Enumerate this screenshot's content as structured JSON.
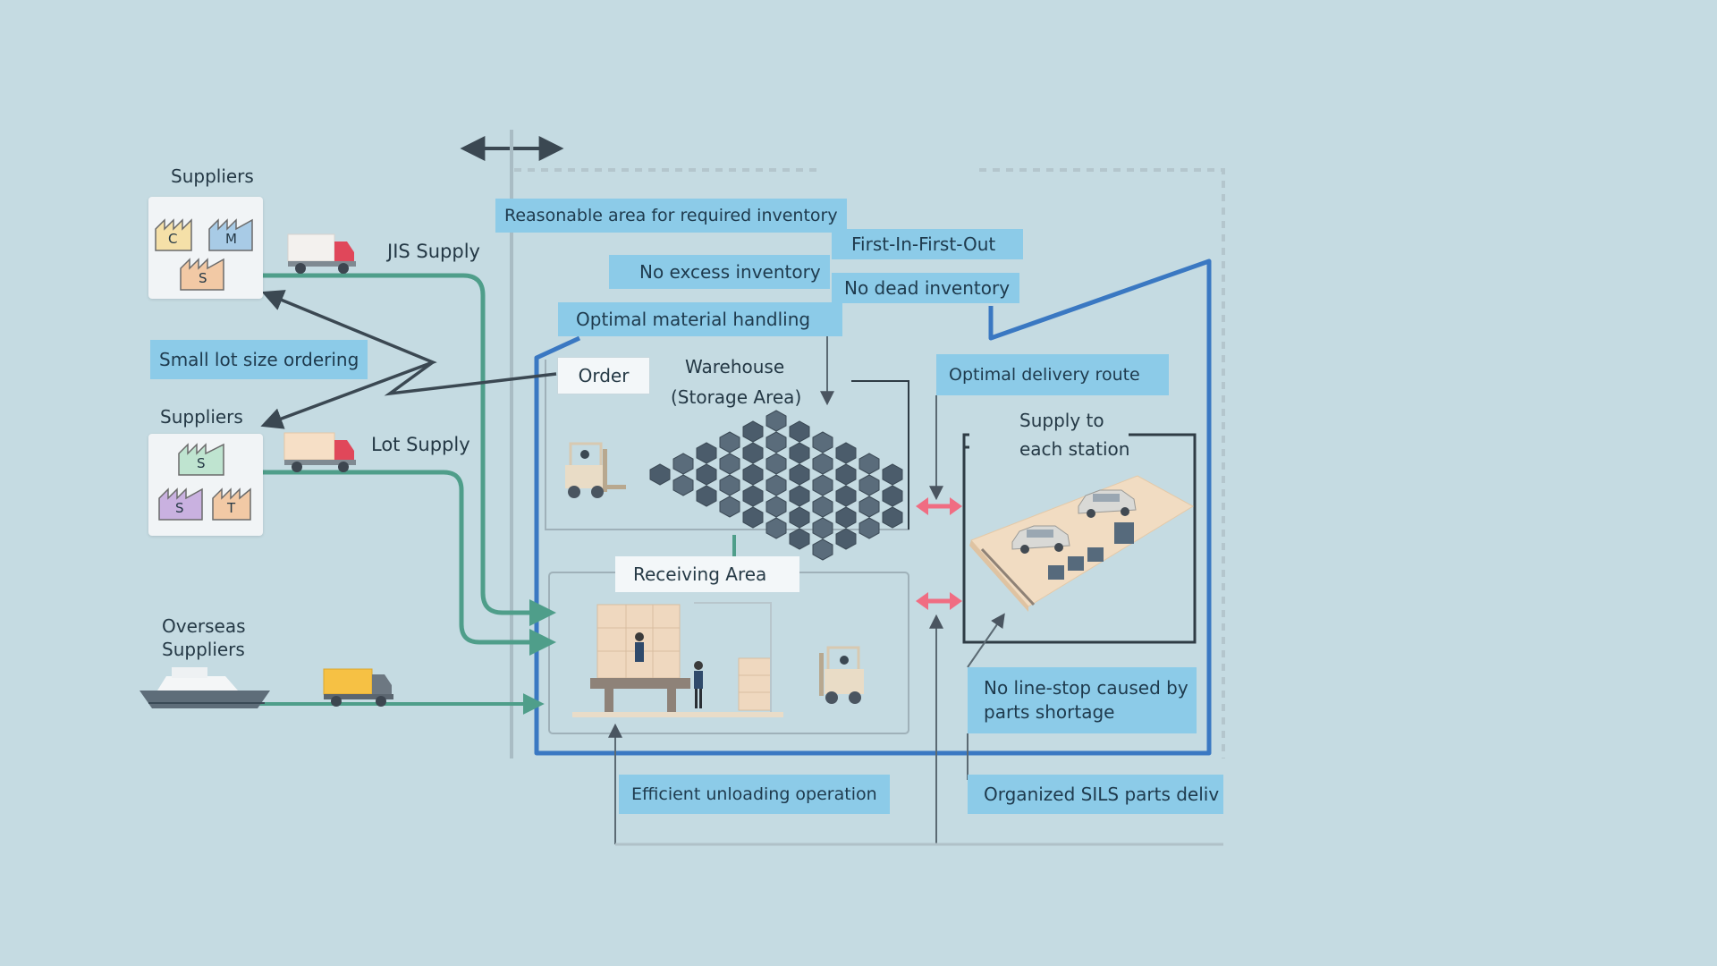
{
  "suppliers_top": {
    "title": "Suppliers",
    "factories": [
      "C",
      "M",
      "S"
    ],
    "supply_label": "JIS Supply"
  },
  "suppliers_mid": {
    "title": "Suppliers",
    "factories": [
      "S",
      "S",
      "T"
    ],
    "supply_label": "Lot Supply"
  },
  "overseas": {
    "title_line1": "Overseas",
    "title_line2": "Suppliers"
  },
  "labels": {
    "small_lot": "Small lot size ordering",
    "reasonable_area": "Reasonable area for required inventory",
    "fifo": "First-In-First-Out",
    "no_excess": "No excess inventory",
    "no_dead": "No dead inventory",
    "optimal_handling": "Optimal material handling",
    "order": "Order",
    "warehouse_line1": "Warehouse",
    "warehouse_line2": "(Storage Area)",
    "optimal_route": "Optimal delivery route",
    "supply_line1": "Supply to",
    "supply_line2": "each station",
    "receiving": "Receiving Area",
    "no_line_stop_line1": "No line-stop caused by",
    "no_line_stop_line2": "parts shortage",
    "efficient_unloading": "Efficient unloading operation",
    "sils": "Organized SILS parts deliv"
  },
  "colors": {
    "background": "#c5dbe2",
    "label_fill": "#8ccbe8",
    "boundary": "#3a78c2",
    "flow": "#4f9e8a",
    "pointer": "#3b4852",
    "two_way": "#f06d82"
  },
  "icons": [
    "truck-icon",
    "ship-icon",
    "factory-icon",
    "forklift-icon",
    "worker-icon",
    "pallet-grid-icon",
    "car-icon"
  ]
}
